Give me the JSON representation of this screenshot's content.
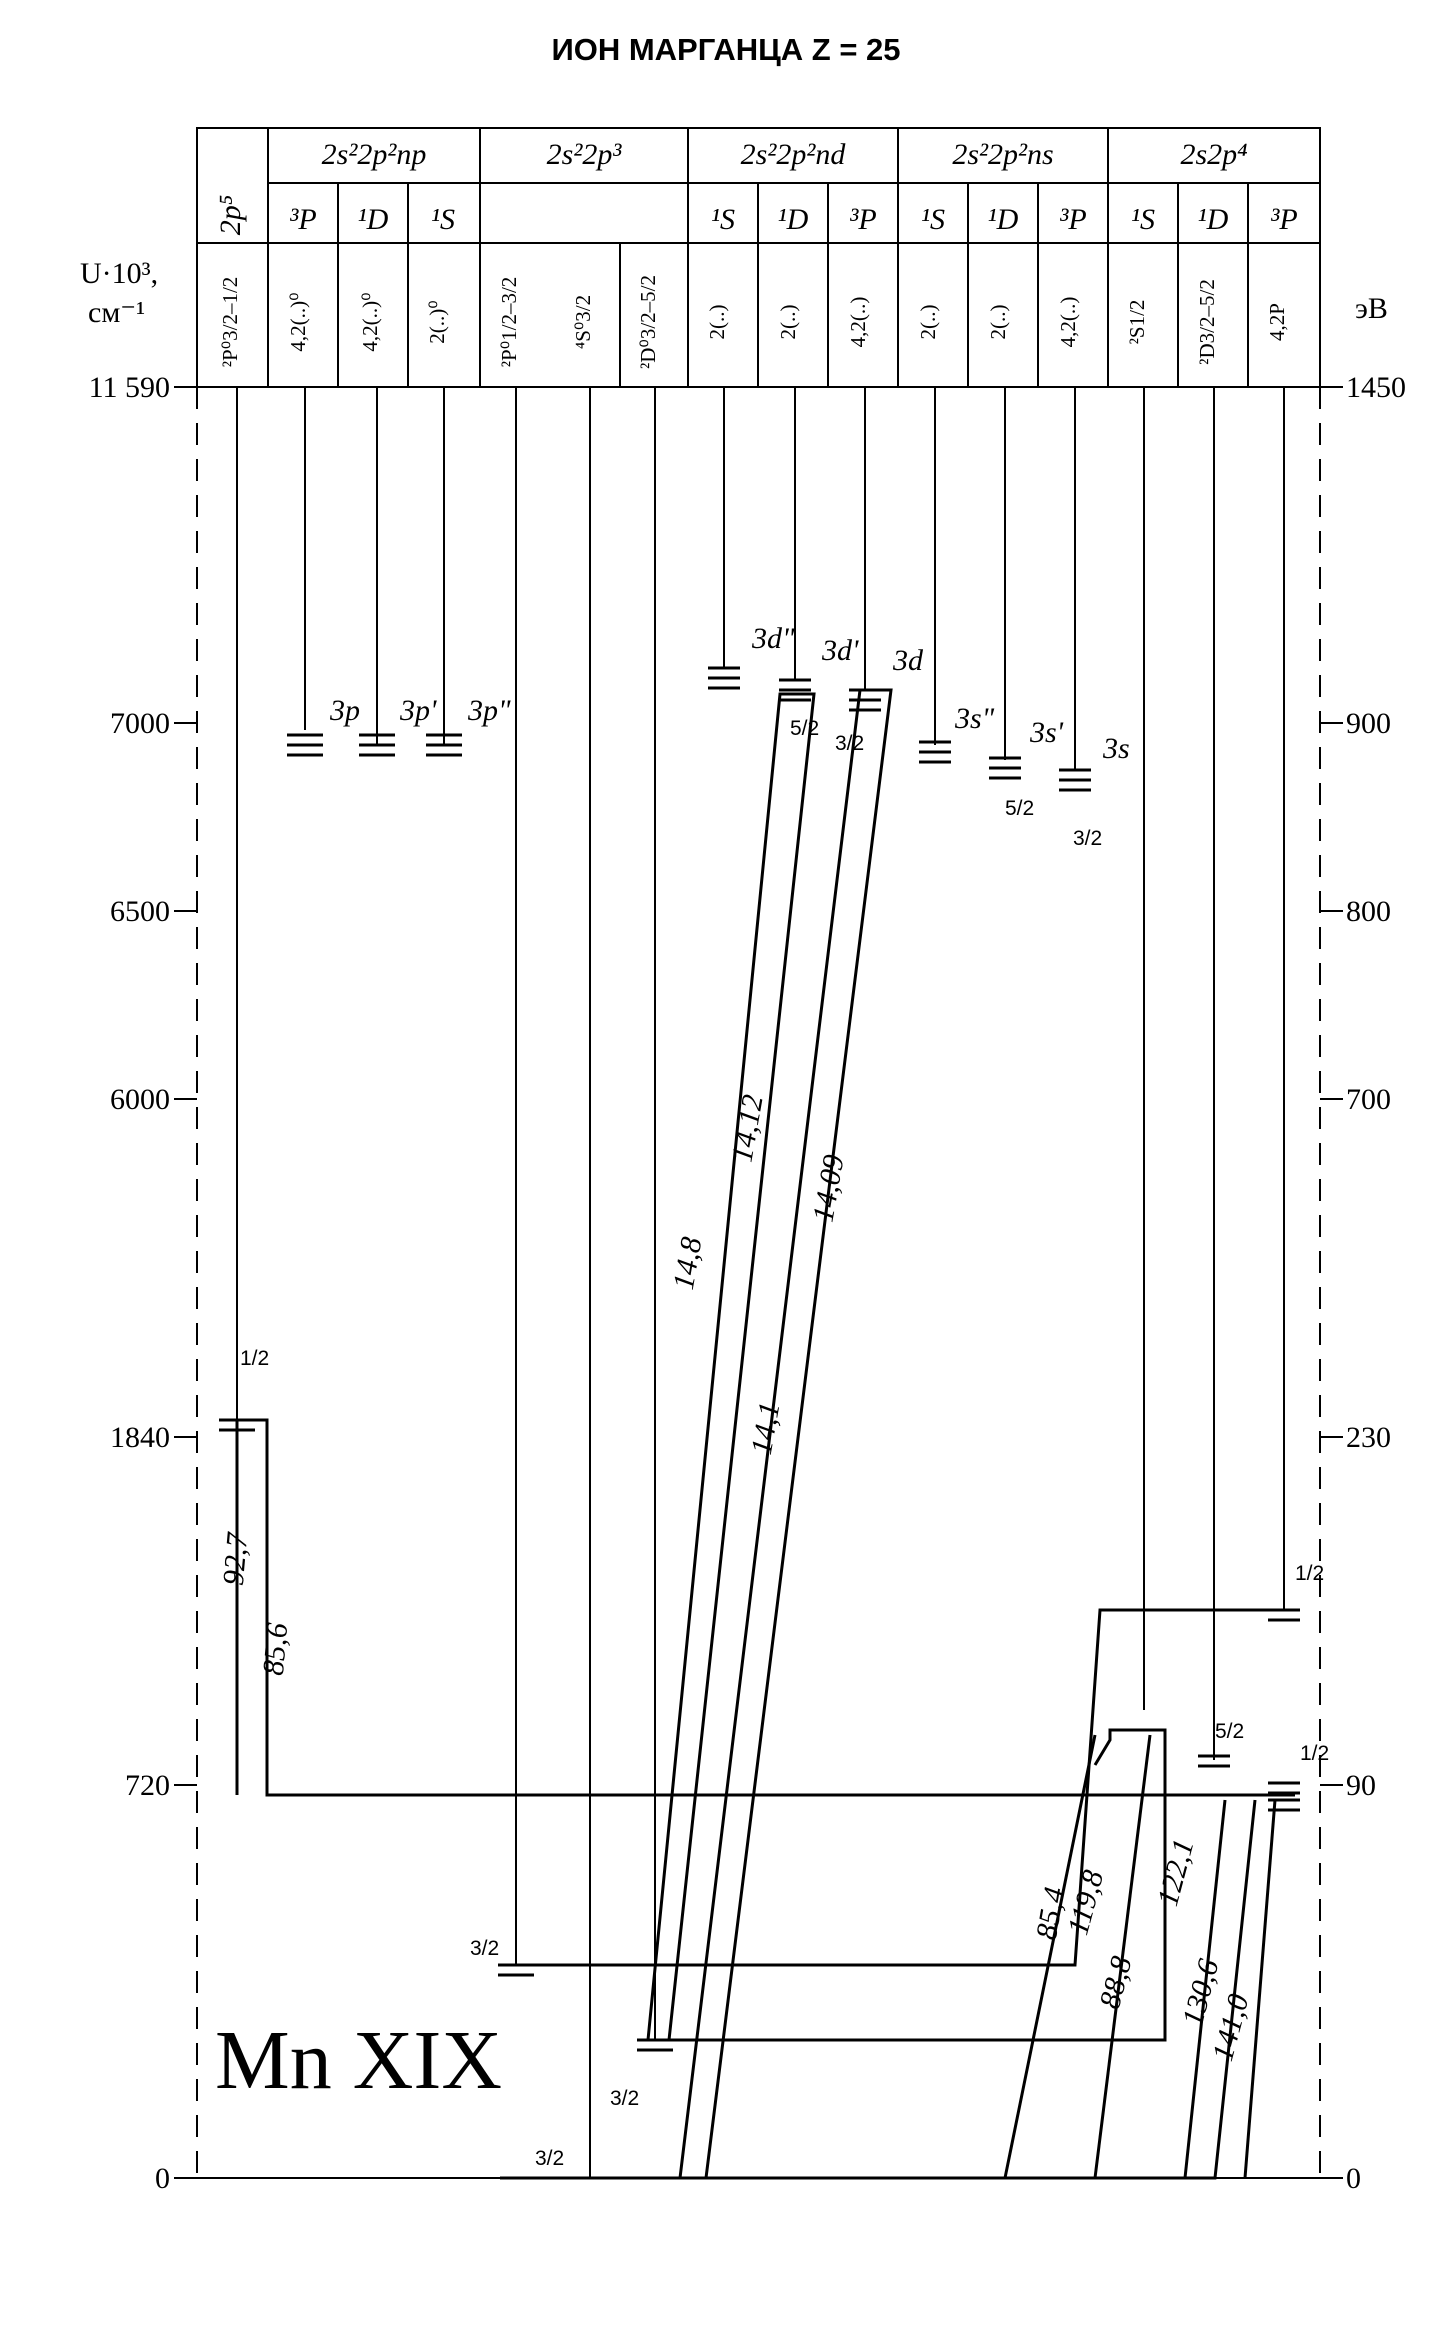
{
  "title": "ИОН МАРГАНЦА  Z = 25",
  "ion_label": "Mn XIX",
  "left_axis": {
    "label_line1": "U·10³,",
    "label_line2": "см⁻¹",
    "ticks": [
      "11 590",
      "7000",
      "6500",
      "6000",
      "1840",
      "720",
      "0"
    ]
  },
  "right_axis": {
    "label": "эВ",
    "ticks": [
      "1450",
      "900",
      "800",
      "700",
      "230",
      "90",
      "0"
    ]
  },
  "groups": [
    {
      "label": "2s²2p²np"
    },
    {
      "label": "2s²2p³"
    },
    {
      "label": "2s²2p²nd"
    },
    {
      "label": "2s²2p²ns"
    },
    {
      "label": "2s2p⁴"
    }
  ],
  "first_column_label": "2p⁵",
  "terms": [
    "³P",
    "¹D",
    "¹S",
    "¹S",
    "¹D",
    "³P",
    "¹S",
    "¹D",
    "³P",
    "¹S",
    "¹D",
    "³P"
  ],
  "column_states": [
    "²P⁰3/2–1/2",
    "4,2(..)⁰",
    "4,2(..)⁰",
    "2(..)⁰",
    "²P⁰1/2–3/2",
    "⁴S⁰3/2",
    "²D⁰3/2–5/2",
    "2(..)",
    "2(..)",
    "4,2(..)",
    "2(..)",
    "2(..)",
    "4,2(..)",
    "²S1/2",
    "²D3/2–5/2",
    "4,2P"
  ],
  "configuration_labels": [
    "3p",
    "3p'",
    "3p\"",
    "3d\"",
    "3d'",
    "3d",
    "3s\"",
    "3s'",
    "3s"
  ],
  "j_labels": [
    "1/2",
    "3/2",
    "3/2",
    "3/2",
    "5/2",
    "3/2",
    "5/2",
    "3/2",
    "1/2",
    "5/2",
    "1/2"
  ],
  "wavelengths": [
    "92,7",
    "85,6",
    "14,8",
    "14,12",
    "14,1",
    "14,09",
    "85,4",
    "119,8",
    "88,8",
    "122,1",
    "130,6",
    "141,0"
  ]
}
